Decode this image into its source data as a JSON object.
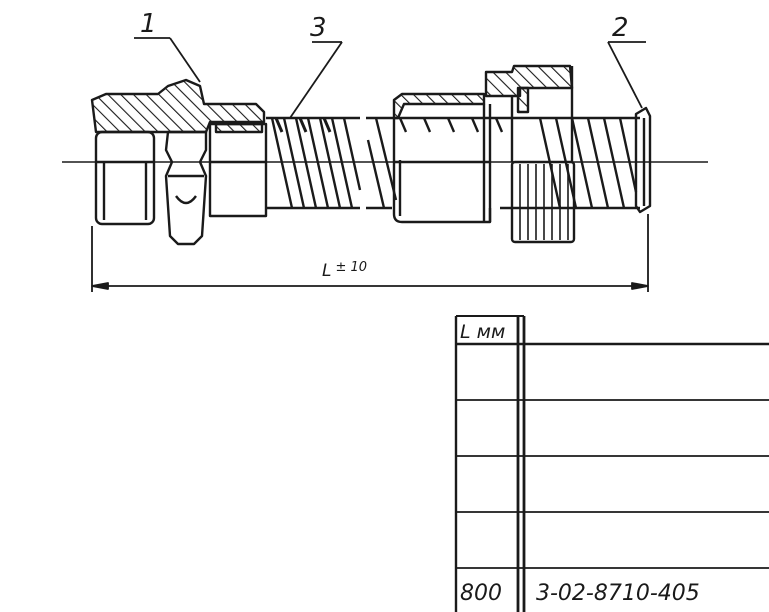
{
  "callouts": {
    "part_1": "1",
    "part_2": "2",
    "part_3": "3"
  },
  "dimension": {
    "length_label": "L",
    "tolerance": "± 10"
  },
  "table": {
    "header_length": "L мм",
    "rows": [
      {
        "length": "",
        "designation": ""
      },
      {
        "length": "",
        "designation": ""
      },
      {
        "length": "",
        "designation": ""
      },
      {
        "length": "",
        "designation": ""
      },
      {
        "length": "800",
        "designation": "3-02-8710-405"
      }
    ]
  },
  "colors": {
    "ink": "#1a1a1a",
    "paper": "#ffffff"
  }
}
